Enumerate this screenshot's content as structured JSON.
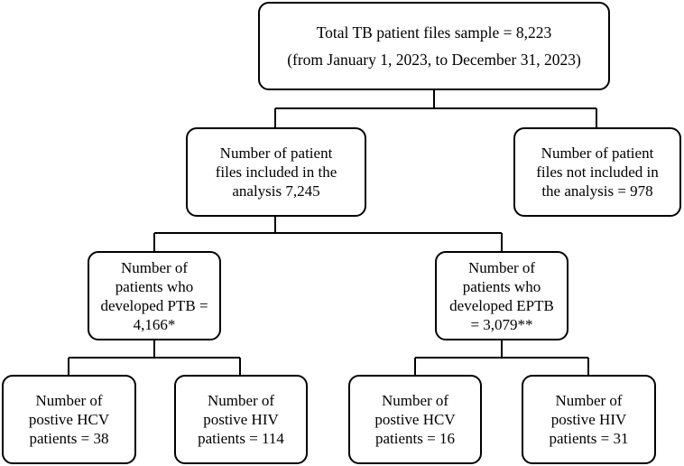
{
  "total": {
    "line1": "Total TB patient files sample = 8,223",
    "line2": "(from January 1, 2023, to December 31, 2023)"
  },
  "included": {
    "line1": "Number of patient",
    "line2": "files included in the",
    "line3": "analysis 7,245"
  },
  "excluded": {
    "line1": "Number of patient",
    "line2": "files not included in",
    "line3": "the analysis = 978"
  },
  "ptb": {
    "line1": "Number of",
    "line2": "patients who",
    "line3": "developed PTB =",
    "line4": "4,166*"
  },
  "eptb": {
    "line1": "Number of",
    "line2": "patients who",
    "line3": "developed EPTB",
    "line4": "= 3,079**"
  },
  "ptb_hcv": {
    "line1": "Number of",
    "line2": "postive HCV",
    "line3": "patients = 38"
  },
  "ptb_hiv": {
    "line1": "Number of",
    "line2": "postive HIV",
    "line3": "patients = 114"
  },
  "eptb_hcv": {
    "line1": "Number of",
    "line2": "postive HCV",
    "line3": "patients = 16"
  },
  "eptb_hiv": {
    "line1": "Number of",
    "line2": "postive HIV",
    "line3": "patients = 31"
  }
}
